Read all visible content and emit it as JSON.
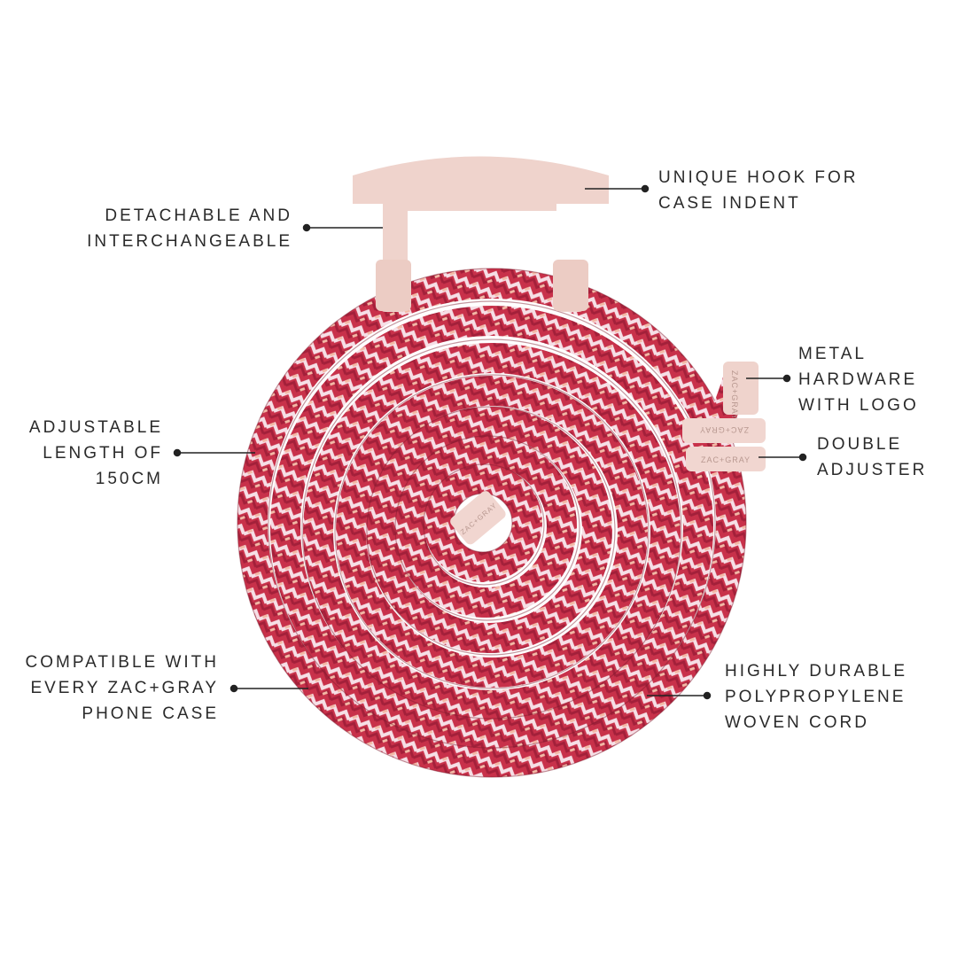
{
  "product": {
    "name": "phone-lanyard-cord",
    "colors": {
      "cord_base": "#c8314a",
      "cord_dark": "#a3203a",
      "cord_light": "#f6dfe6",
      "cord_peach": "#f3b9a6",
      "hardware": "#efd3cc",
      "hardware_text": "#b89890"
    },
    "logo_text": "ZAC+GRAY"
  },
  "callouts": {
    "hook": {
      "lines": [
        "UNIQUE HOOK FOR",
        "CASE INDENT"
      ]
    },
    "detachable": {
      "lines": [
        "DETACHABLE AND",
        "INTERCHANGEABLE"
      ]
    },
    "metal": {
      "lines": [
        "METAL",
        "HARDWARE",
        "WITH LOGO"
      ]
    },
    "adjustable": {
      "lines": [
        "ADJUSTABLE",
        "LENGTH OF",
        "150CM"
      ]
    },
    "double": {
      "lines": [
        "DOUBLE",
        "ADJUSTER"
      ]
    },
    "compatible": {
      "lines": [
        "COMPATIBLE WITH",
        "EVERY ZAC+GRAY",
        "PHONE CASE"
      ]
    },
    "durable": {
      "lines": [
        "HIGHLY DURABLE",
        "POLYPROPYLENE",
        "WOVEN CORD"
      ]
    }
  }
}
